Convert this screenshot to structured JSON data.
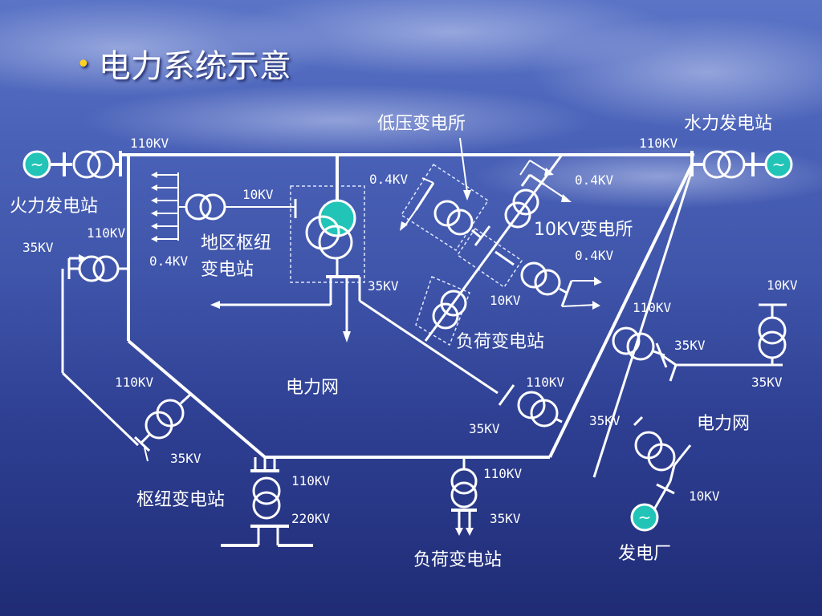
{
  "title": "电力系统示意",
  "colors": {
    "accent_bullet": "#ffd21f",
    "generator": "#22c4b8",
    "line": "#ffffff",
    "background": "#3f55aa"
  },
  "generator_symbol": "~",
  "labels": {
    "thermal_plant": "火力发电站",
    "hydro_plant": "水力发电站",
    "low_voltage_substation": "低压变电所",
    "regional_hub_line1": "地区枢纽",
    "regional_hub_line2": "变电站",
    "substation_10kv": "10KV变电所",
    "load_substation_mid": "负荷变电站",
    "grid_center": "电力网",
    "grid_right": "电力网",
    "hub_substation": "枢纽变电站",
    "load_substation_bottom": "负荷变电站",
    "power_plant": "发电厂"
  },
  "voltages": {
    "v_110_left_top": "110KV",
    "v_110_right_top": "110KV",
    "v_10_hub_in": "10KV",
    "v_110_left_mid": "110KV",
    "v_35_left": "35KV",
    "v_04_left": "0.4KV",
    "v_04_lowsub": "0.4KV",
    "v_04_right_top": "0.4KV",
    "v_04_right_mid": "0.4KV",
    "v_35_hub_out": "35KV",
    "v_10_sub10": "10KV",
    "v_110_left_lower": "110KV",
    "v_35_left_lower": "35KV",
    "v_110_loadmid": "110KV",
    "v_35_loadmid": "35KV",
    "v_110_right_mid": "110KV",
    "v_35_right_mid": "35KV",
    "v_10_right_top": "10KV",
    "v_35_right_bottom": "35KV",
    "v_35_plant_left": "35KV",
    "v_110_hub": "110KV",
    "v_220_hub": "220KV",
    "v_110_loadbot": "110KV",
    "v_35_loadbot": "35KV",
    "v_10_plant": "10KV"
  }
}
